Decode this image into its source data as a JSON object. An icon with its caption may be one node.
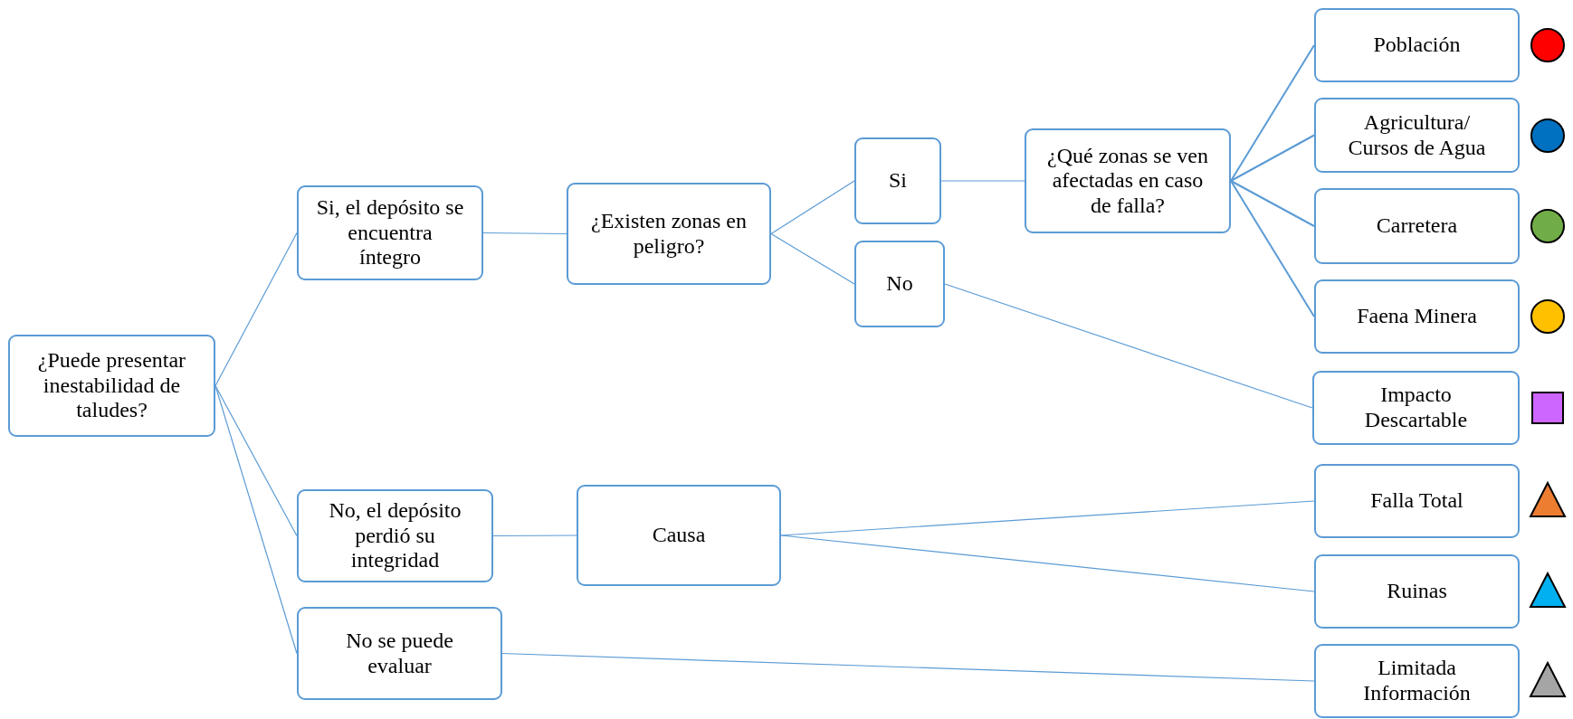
{
  "diagram": {
    "nodes": [
      {
        "text": [
          "¿Puede presentar inestabilidad de taludes?"
        ]
      },
      {
        "text": [
          "Si, el depósito se encuentra íntegro"
        ]
      },
      {
        "text": [
          "¿Existen zonas en peligro?"
        ]
      },
      {
        "text": [
          "Si"
        ]
      },
      {
        "text": [
          "No"
        ]
      },
      {
        "text": [
          "¿Qué zonas se ven afectadas en caso de falla?"
        ]
      },
      {
        "text": [
          "Población"
        ]
      },
      {
        "text": [
          "Agricultura/ Cursos de Agua"
        ]
      },
      {
        "text": [
          "Carretera"
        ]
      },
      {
        "text": [
          "Faena Minera"
        ]
      },
      {
        "text": [
          "Impacto Descartable"
        ]
      },
      {
        "text": [
          "No, el depósito perdió su integridad"
        ]
      },
      {
        "text": [
          "Causa"
        ]
      },
      {
        "text": [
          "No se puede evaluar"
        ]
      },
      {
        "text": [
          "Falla Total"
        ]
      },
      {
        "text": [
          "Ruinas"
        ]
      },
      {
        "text": [
          "Limitada Información"
        ]
      }
    ],
    "edges": [
      {
        "from": 0,
        "to": 1,
        "arrow": "none"
      },
      {
        "from": 0,
        "to": 11,
        "arrow": "none"
      },
      {
        "from": 0,
        "to": 13,
        "arrow": "none"
      },
      {
        "from": 1,
        "to": 2,
        "arrow": "none"
      },
      {
        "from": 2,
        "to": 3,
        "arrow": "none"
      },
      {
        "from": 2,
        "to": 4,
        "arrow": "none"
      },
      {
        "from": 3,
        "to": 5,
        "arrow": "none"
      },
      {
        "from": 5,
        "to": 6,
        "arrow": "none"
      },
      {
        "from": 5,
        "to": 7,
        "arrow": "none"
      },
      {
        "from": 5,
        "to": 8,
        "arrow": "none"
      },
      {
        "from": 5,
        "to": 9,
        "arrow": "none"
      },
      {
        "from": 4,
        "to": 10,
        "arrow": "none"
      },
      {
        "from": 11,
        "to": 12,
        "arrow": "none"
      },
      {
        "from": 12,
        "to": 14,
        "arrow": "none"
      },
      {
        "from": 12,
        "to": 15,
        "arrow": "none"
      },
      {
        "from": 13,
        "to": 16,
        "arrow": "none"
      }
    ]
  }
}
